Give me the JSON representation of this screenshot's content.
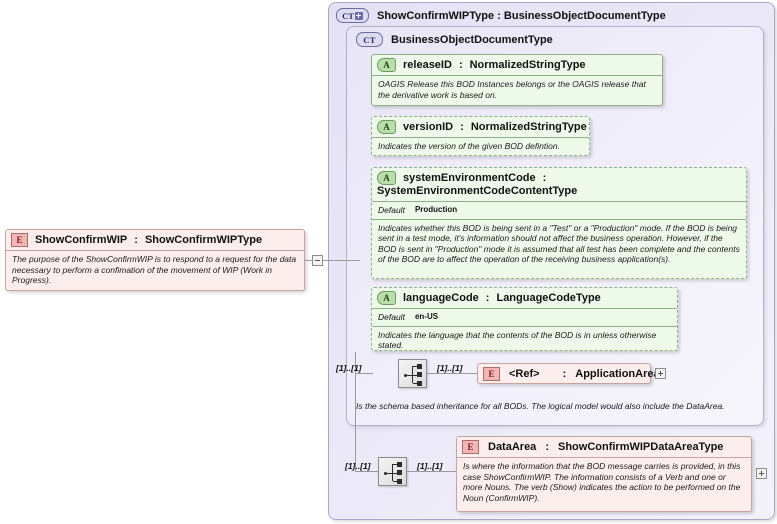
{
  "diagram": {
    "kind": "xsd-schema-diagram",
    "root_element": {
      "icon": "element-icon",
      "name": "ShowConfirmWIP",
      "separator": ":",
      "type": "ShowConfirmWIPType",
      "documentation": "The purpose of the ShowConfirmWIP is to respond to a request for the data necessary to perform a confimation of the movement of WIP (Work in Progress).",
      "toggle": "collapse-toggle"
    },
    "complex_type_outer": {
      "icon": "complextype-plus-icon",
      "icon_label": "CT",
      "title": "ShowConfirmWIPType : BusinessObjectDocumentType"
    },
    "complex_type_inner": {
      "icon": "complextype-icon",
      "icon_label": "CT",
      "title": "BusinessObjectDocumentType",
      "note": "Is the schema based inheritance for all BODs. The logical model would also include the DataArea."
    },
    "attributes": [
      {
        "icon": "attribute-icon",
        "icon_label": "A",
        "name": "releaseID",
        "separator": ":",
        "type": "NormalizedStringType",
        "required": true,
        "documentation": "OAGIS Release this BOD Instances belongs or the OAGIS release that the derivative work is based on."
      },
      {
        "icon": "attribute-icon",
        "icon_label": "A",
        "name": "versionID",
        "separator": ":",
        "type": "NormalizedStringType",
        "required": false,
        "documentation": "Indicates the version of the given BOD defintion."
      },
      {
        "icon": "attribute-icon",
        "icon_label": "A",
        "name": "systemEnvironmentCode",
        "separator": ":",
        "type": "SystemEnvironmentCodeContentType",
        "required": false,
        "default_label": "Default",
        "default_value": "Production",
        "documentation": "Indicates whether this BOD is being sent in a \"Test\" or a \"Production\" mode. If the BOD is being sent in a test mode, it's information should not affect the business operation. However, if the BOD is sent in \"Production\" mode it is assumed that all test has been complete and the contents of the BOD are to affect the operation of the receiving business application(s)."
      },
      {
        "icon": "attribute-icon",
        "icon_label": "A",
        "name": "languageCode",
        "separator": ":",
        "type": "LanguageCodeType",
        "required": false,
        "default_label": "Default",
        "default_value": "en-US",
        "documentation": "Indicates the language that the contents of the BOD is in unless otherwise stated."
      }
    ],
    "sequences": [
      {
        "icon": "sequence-icon",
        "name": "application-area-sequence",
        "cardinality_left": "[1]..[1]",
        "cardinality_right": "[1]..[1]"
      },
      {
        "icon": "sequence-icon",
        "name": "data-area-sequence",
        "cardinality_left": "[1]..[1]",
        "cardinality_right": "[1]..[1]"
      }
    ],
    "elements": [
      {
        "icon": "element-icon",
        "icon_label": "E",
        "name": "<Ref>",
        "separator": ":",
        "type": "ApplicationArea",
        "expand": "expand-toggle"
      },
      {
        "icon": "element-icon",
        "icon_label": "E",
        "name": "DataArea",
        "separator": ":",
        "type": "ShowConfirmWIPDataAreaType",
        "documentation": "Is where the information that the BOD message carries is provided, in this case ShowConfirmWIP. The information consists of a Verb and one or more Nouns. The verb (Show) indicates the action to be performed on the Noun (ConfirmWIP).",
        "expand": "expand-toggle"
      }
    ],
    "colors": {
      "element_fill": "#fdeeee",
      "element_icon": "#f3b6b6",
      "attribute_fill": "#eefae9",
      "attribute_icon": "#b8deaa",
      "complextype_fill": "#e8e6f6",
      "complextype_icon": "#dedcf0",
      "connector": "#9a9a9a"
    }
  }
}
